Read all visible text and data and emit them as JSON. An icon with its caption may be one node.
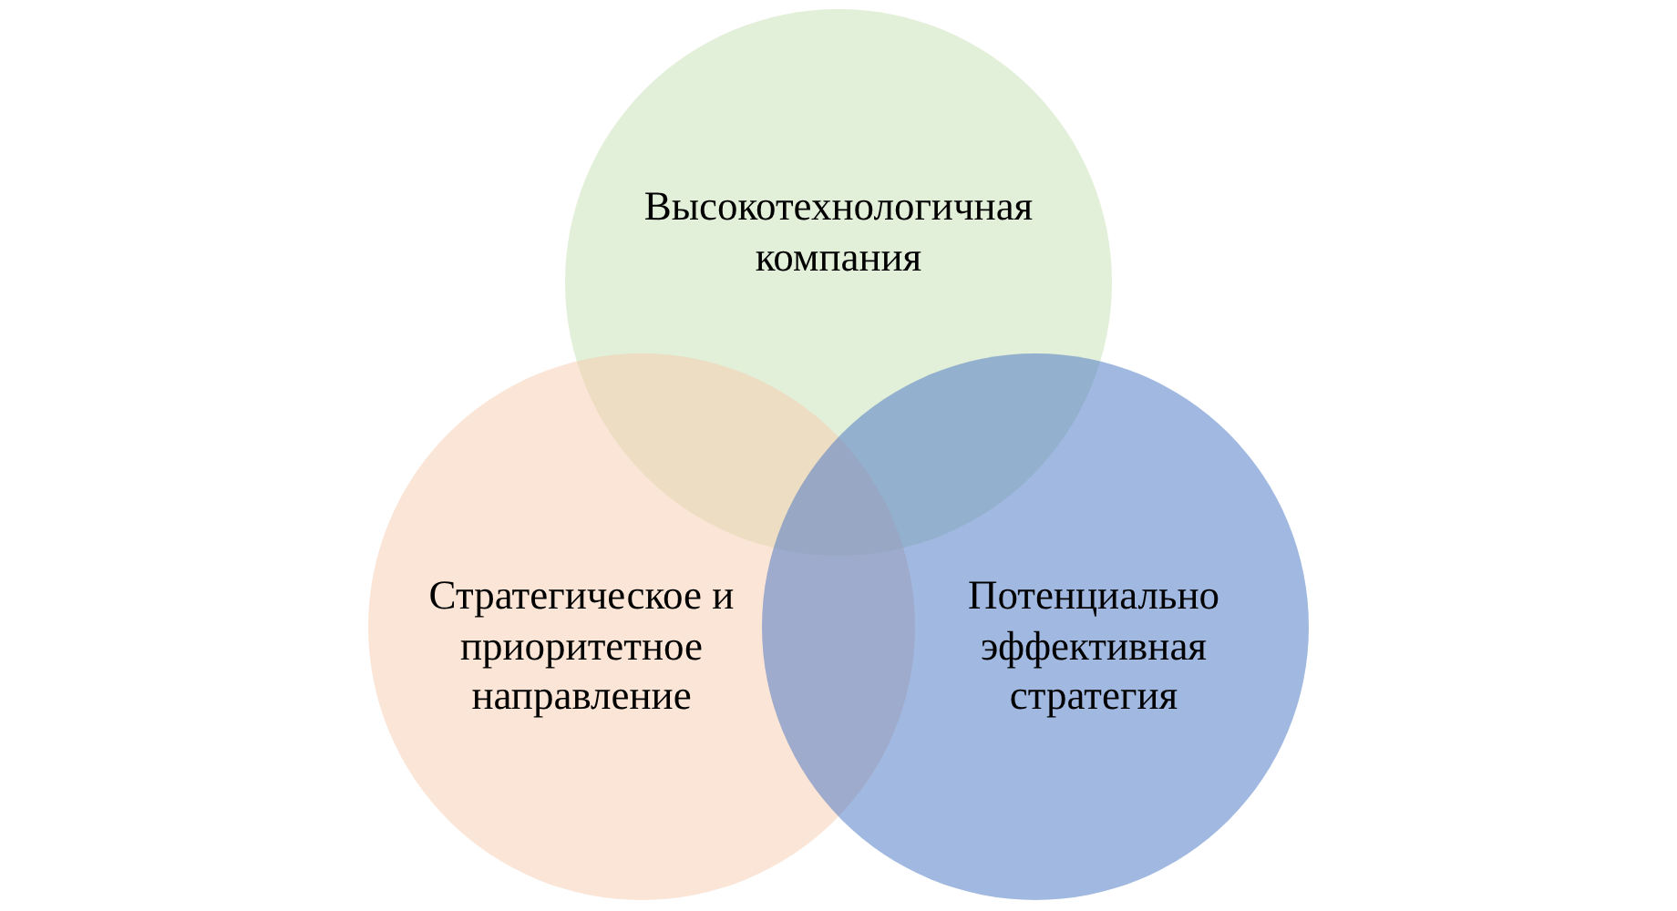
{
  "diagram": {
    "nodes": [
      {
        "text": [
          "Высокотехнологичная компания"
        ]
      },
      {
        "text": [
          "Стратегическое и приоритетное направление"
        ]
      },
      {
        "text": [
          "Потенциально эффективная стратегия"
        ]
      }
    ]
  }
}
